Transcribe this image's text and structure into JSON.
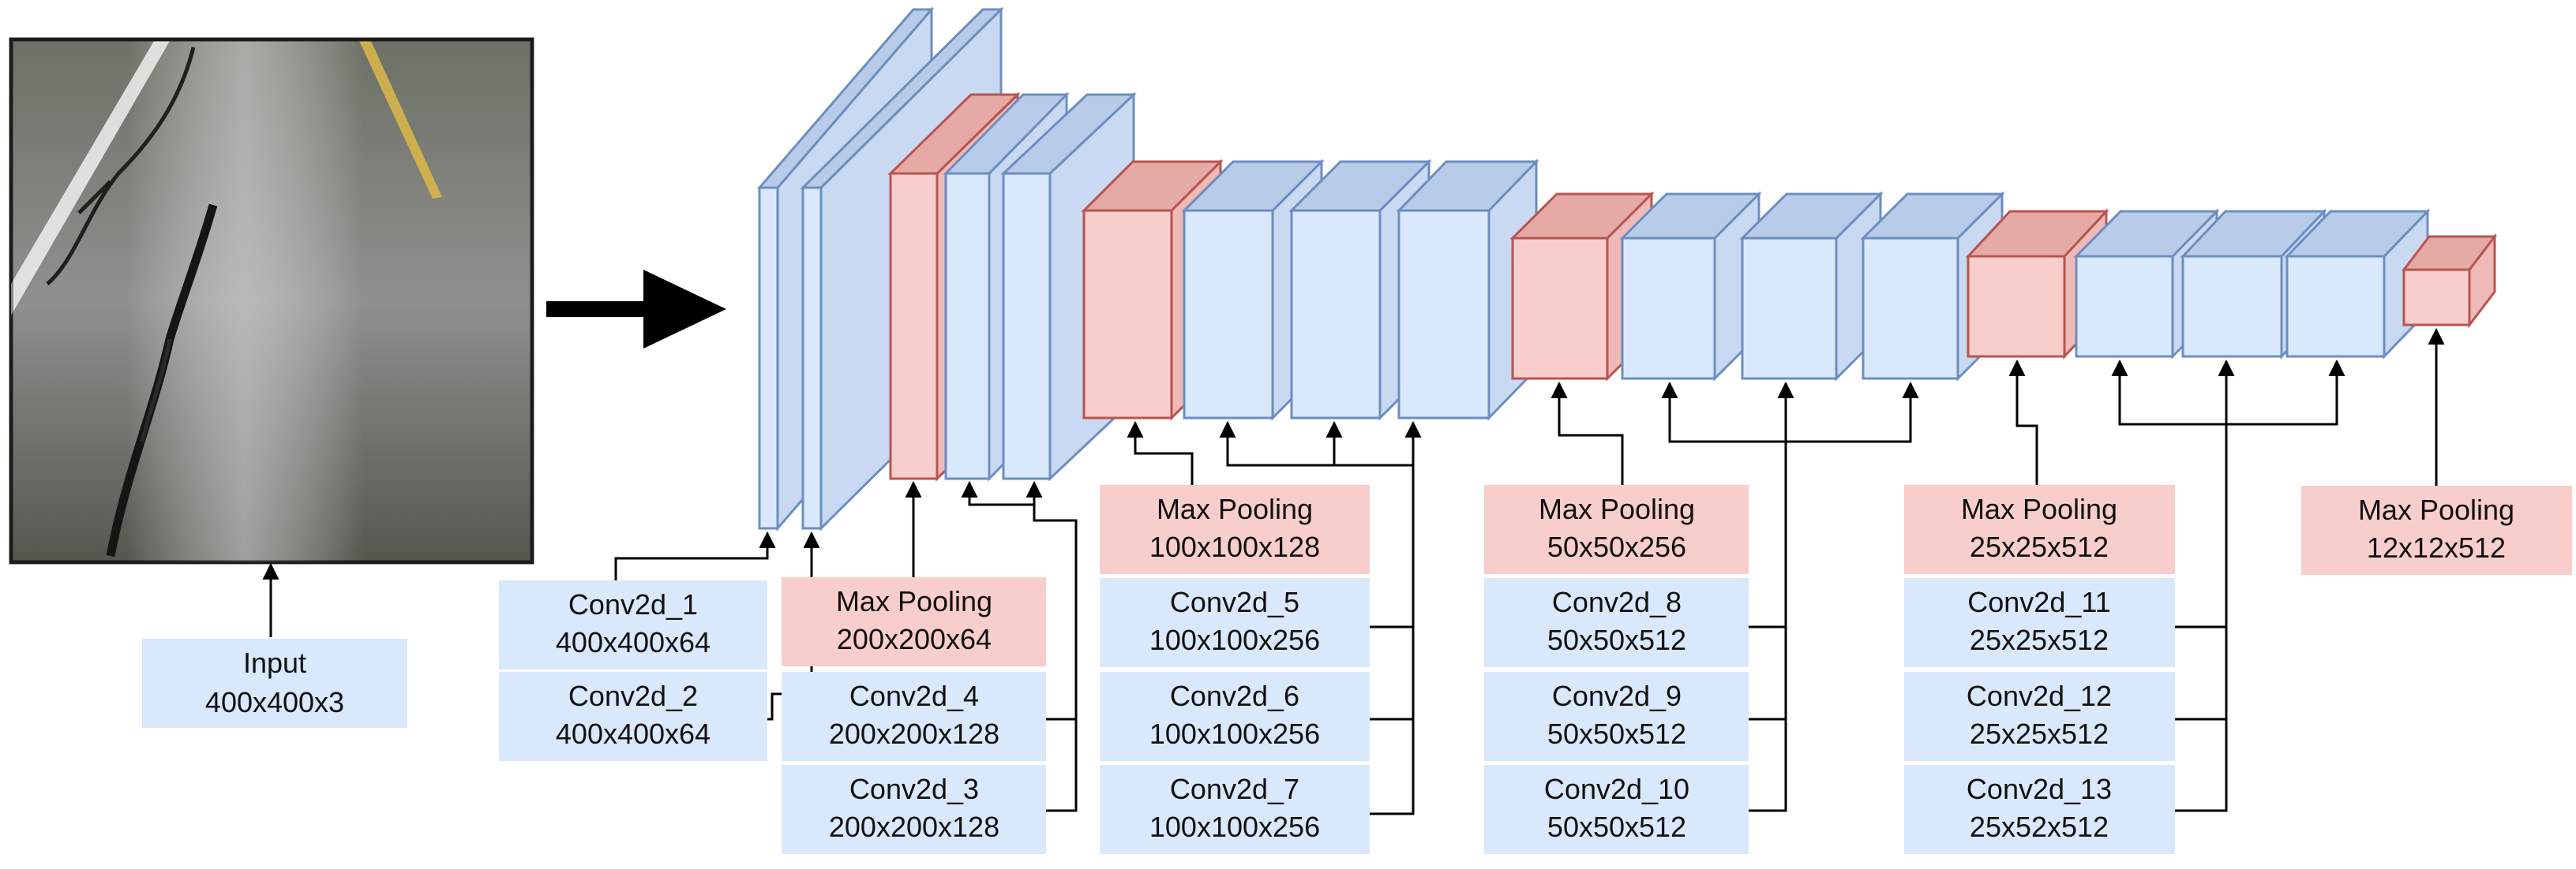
{
  "colors": {
    "conv_fill": "#dae8fc",
    "conv_side": "#c9d9f1",
    "conv_top": "#b8cce9",
    "conv_stroke": "#6c8ebf",
    "pool_fill": "#f8cecc",
    "pool_side": "#eeb9b6",
    "pool_top": "#e6aaa6",
    "pool_stroke": "#b85450",
    "arrow": "#000000",
    "label_text": "#111111"
  },
  "input": {
    "name": "Input",
    "shape": "400x400x3"
  },
  "labels": {
    "conv2d_1": {
      "name": "Conv2d_1",
      "shape": "400x400x64"
    },
    "conv2d_2": {
      "name": "Conv2d_2",
      "shape": "400x400x64"
    },
    "pool_1": {
      "name": "Max Pooling",
      "shape": "200x200x64"
    },
    "conv2d_4": {
      "name": "Conv2d_4",
      "shape": "200x200x128"
    },
    "conv2d_3": {
      "name": "Conv2d_3",
      "shape": "200x200x128"
    },
    "pool_2": {
      "name": "Max Pooling",
      "shape": "100x100x128"
    },
    "conv2d_5": {
      "name": "Conv2d_5",
      "shape": "100x100x256"
    },
    "conv2d_6": {
      "name": "Conv2d_6",
      "shape": "100x100x256"
    },
    "conv2d_7": {
      "name": "Conv2d_7",
      "shape": "100x100x256"
    },
    "pool_3": {
      "name": "Max Pooling",
      "shape": "50x50x256"
    },
    "conv2d_8": {
      "name": "Conv2d_8",
      "shape": "50x50x512"
    },
    "conv2d_9": {
      "name": "Conv2d_9",
      "shape": "50x50x512"
    },
    "conv2d_10": {
      "name": "Conv2d_10",
      "shape": "50x50x512"
    },
    "pool_4": {
      "name": "Max Pooling",
      "shape": "25x25x512"
    },
    "conv2d_11": {
      "name": "Conv2d_11",
      "shape": "25x25x512"
    },
    "conv2d_12": {
      "name": "Conv2d_12",
      "shape": "25x25x512"
    },
    "conv2d_13": {
      "name": "Conv2d_13",
      "shape": "25x52x512"
    },
    "pool_5": {
      "name": "Max Pooling",
      "shape": "12x12x512"
    }
  }
}
